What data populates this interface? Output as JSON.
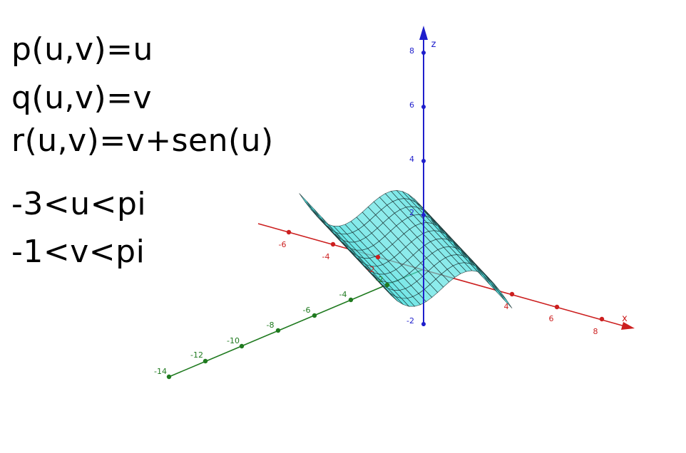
{
  "equations": {
    "p": "p(u,v)=u",
    "q": "q(u,v)=v",
    "r": "r(u,v)=v+sen(u)",
    "u_range": "-3<u<pi",
    "v_range": "-1<v<pi"
  },
  "axes": {
    "x": {
      "name": "x",
      "color": "#cc1f1f",
      "ticks": [
        "-6",
        "-4",
        "-2",
        "4",
        "6",
        "8"
      ]
    },
    "y": {
      "name": "",
      "color": "#1f7a1f",
      "ticks": [
        "-14",
        "-12",
        "-10",
        "-8",
        "-6",
        "-4",
        "-2"
      ]
    },
    "z": {
      "name": "z",
      "color": "#1f1fcc",
      "ticks": [
        "-2",
        "2",
        "4",
        "6",
        "8"
      ]
    }
  },
  "surface": {
    "fill_color": "#4fe0e0",
    "mesh_color": "#1a2a2a",
    "u_min": -3,
    "u_max": 3.14159,
    "v_min": -1,
    "v_max": 3.14159
  }
}
